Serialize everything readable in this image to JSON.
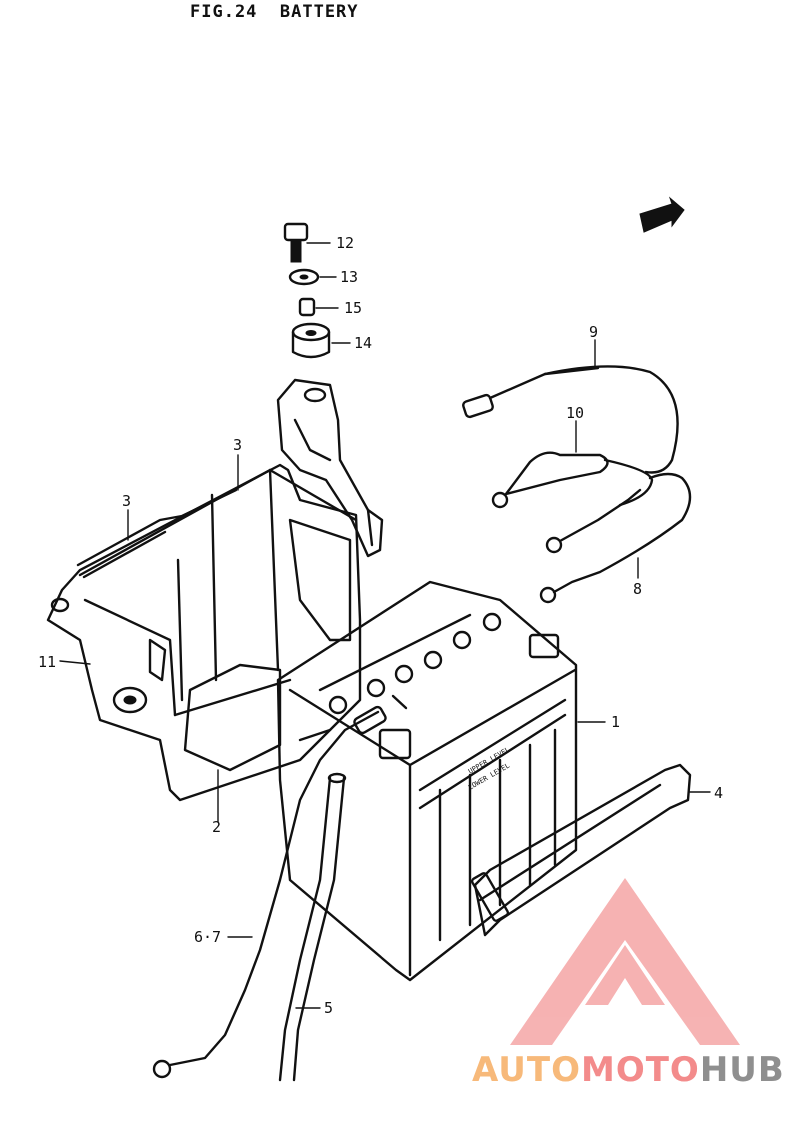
{
  "figure": {
    "title": "FIG.24  BATTERY"
  },
  "callouts": {
    "c1": "1",
    "c2": "2",
    "c3a": "3",
    "c3b": "3",
    "c4": "4",
    "c5": "5",
    "c67": "6·7",
    "c8": "8",
    "c9": "9",
    "c10": "10",
    "c11": "11",
    "c12": "12",
    "c13": "13",
    "c14": "14",
    "c15": "15"
  },
  "battery_labels": {
    "upper_level": "UPPER LEVEL",
    "lower_level": "LOWER LEVEL"
  },
  "watermark": {
    "part_auto": "AUTO",
    "part_moto": "MOTO",
    "part_hub": "HUB",
    "colors": {
      "auto": "#f7b97a",
      "moto": "#f38b8b",
      "hub": "#8f8f8f",
      "triangle": "#f4a0a0"
    }
  }
}
